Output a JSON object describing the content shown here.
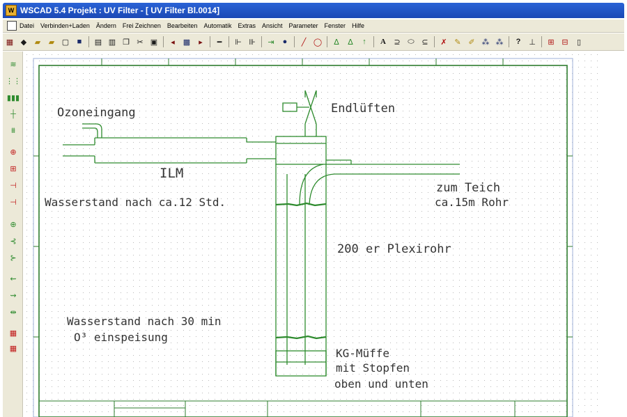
{
  "window": {
    "title": "WSCAD 5.4  Projekt : UV Filter - [ UV Filter  Bl.0014]",
    "app_icon_label": "W"
  },
  "menu": {
    "items": [
      "Datei",
      "Verbinden+Laden",
      "Ändern",
      "Frei Zeichnen",
      "Bearbeiten",
      "Automatik",
      "Extras",
      "Ansicht",
      "Parameter",
      "Fenster",
      "Hilfe"
    ]
  },
  "toolbar": {
    "icons": [
      "grid-icon",
      "dots-icon",
      "open-folder-icon",
      "folder-icon",
      "page-icon",
      "save-icon",
      "print-icon",
      "print-preview-icon",
      "copy-icon",
      "cut-icon",
      "paste-icon",
      "prev-icon",
      "frame-icon",
      "next-icon",
      "line-icon",
      "symbol-icon",
      "dot-icon",
      "pen-icon",
      "ellipse-icon",
      "component-icon",
      "component2-icon",
      "arrow-up-icon",
      "text-icon",
      "lamp-icon",
      "device-icon",
      "device2-icon",
      "cross-icon",
      "brush-icon",
      "pen2-icon",
      "tree-icon",
      "tree2-icon",
      "help-icon",
      "measure-icon",
      "tools-icon",
      "tools2-icon",
      "end-icon"
    ]
  },
  "drawing": {
    "labels": {
      "ozoneingang": "Ozoneingang",
      "endlueften": "Endlüften",
      "ilm": "ILM",
      "zum_teich": "zum Teich",
      "rohr": "ca.15m Rohr",
      "wasserstand_12": "Wasserstand nach ca.12 Std.",
      "plexirohr": "200 er Plexirohr",
      "wasserstand_30": "Wasserstand nach 30 min",
      "einspeisung": "O³  einspeisung",
      "kg_muffe": "KG-Müffe",
      "stopfen": "mit Stopfen",
      "oben_unten": "oben und unten"
    },
    "colors": {
      "pipe": "#2e8b2e",
      "frame": "#2e7d2e",
      "grid_dot": "#b8b8b8",
      "text": "#333333",
      "border_blue": "#9fb0d8"
    }
  }
}
